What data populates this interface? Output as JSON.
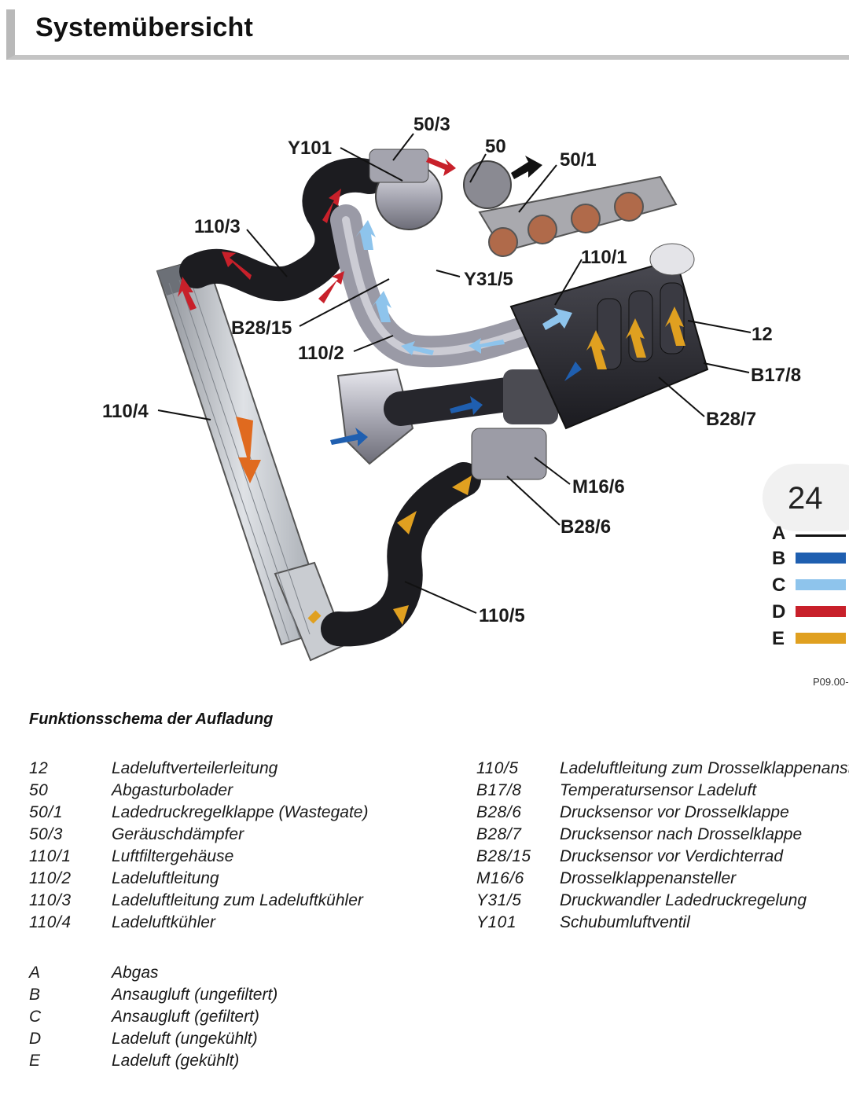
{
  "header": {
    "title": "Systemübersicht"
  },
  "diagram": {
    "labels": {
      "50_3": "50/3",
      "Y101": "Y101",
      "50": "50",
      "50_1": "50/1",
      "110_3": "110/3",
      "110_1": "110/1",
      "Y31_5": "Y31/5",
      "B28_15": "B28/15",
      "12": "12",
      "110_2": "110/2",
      "B17_8": "B17/8",
      "110_4": "110/4",
      "B28_7": "B28/7",
      "M16_6": "M16/6",
      "B28_6": "B28/6",
      "110_5": "110/5"
    },
    "figure_code": "P09.00-"
  },
  "page_number": "24",
  "legend_colors": [
    {
      "letter": "A",
      "color": "#111111"
    },
    {
      "letter": "B",
      "color": "#1f5fb0"
    },
    {
      "letter": "C",
      "color": "#8ec4ec"
    },
    {
      "letter": "D",
      "color": "#c8202a"
    },
    {
      "letter": "E",
      "color": "#e0a020"
    }
  ],
  "caption": "Funktionsschema der Aufladung",
  "components_left": [
    {
      "code": "12",
      "desc": "Ladeluftverteilerleitung"
    },
    {
      "code": "50",
      "desc": "Abgasturbolader"
    },
    {
      "code": "50/1",
      "desc": "Ladedruckregelklappe (Wastegate)"
    },
    {
      "code": "50/3",
      "desc": "Geräuschdämpfer"
    },
    {
      "code": "110/1",
      "desc": "Luftfiltergehäuse"
    },
    {
      "code": "110/2",
      "desc": "Ladeluftleitung"
    },
    {
      "code": "110/3",
      "desc": "Ladeluftleitung zum Ladeluftkühler"
    },
    {
      "code": "110/4",
      "desc": "Ladeluftkühler"
    }
  ],
  "components_right": [
    {
      "code": "110/5",
      "desc": "Ladeluftleitung zum Drosselklappenanst"
    },
    {
      "code": "B17/8",
      "desc": "Temperatursensor Ladeluft"
    },
    {
      "code": "B28/6",
      "desc": "Drucksensor vor Drosselklappe"
    },
    {
      "code": "B28/7",
      "desc": "Drucksensor nach Drosselklappe"
    },
    {
      "code": "B28/15",
      "desc": "Drucksensor vor Verdichterrad"
    },
    {
      "code": "M16/6",
      "desc": "Drosselklappenansteller"
    },
    {
      "code": "Y31/5",
      "desc": "Druckwandler Ladedruckregelung"
    },
    {
      "code": "Y101",
      "desc": "Schubumluftventil"
    }
  ],
  "legend_list": [
    {
      "code": "A",
      "desc": "Abgas"
    },
    {
      "code": "B",
      "desc": "Ansaugluft (ungefiltert)"
    },
    {
      "code": "C",
      "desc": "Ansaugluft (gefiltert)"
    },
    {
      "code": "D",
      "desc": "Ladeluft (ungekühlt)"
    },
    {
      "code": "E",
      "desc": "Ladeluft (gekühlt)"
    }
  ]
}
